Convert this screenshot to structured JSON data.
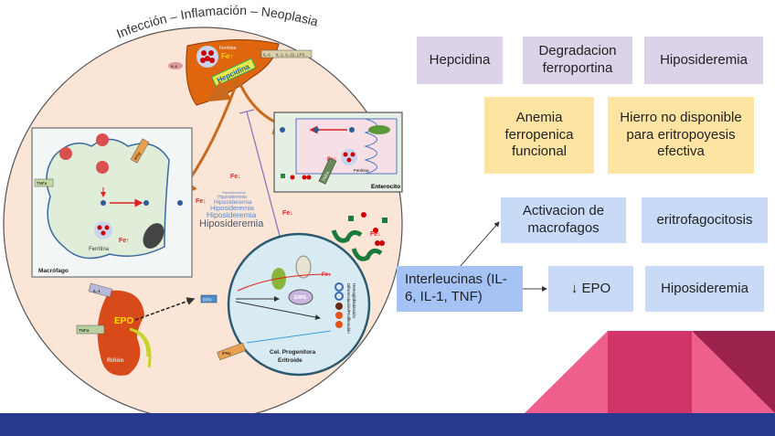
{
  "diagram": {
    "arc_title": "Infección – Inflamación – Neoplasia",
    "liver": {
      "ferritin_label": "Ferritina",
      "fe_label": "Fe↑",
      "hepcidin_label": "Hepcidina",
      "il6_label": "IL-6",
      "cytokines_label": "IL-1, IL-22, LPS..."
    },
    "macrophage": {
      "title": "Macrófago",
      "ferritin_label": "Ferritina",
      "fe_label": "Fe↑",
      "tnf_label": "TNFa",
      "ifn_label": "IFNγ"
    },
    "enterocyte": {
      "title": "Enterocito",
      "ferritin_label": "Ferritina",
      "fe_label": "Fe↑",
      "tnf_label": "TNFa"
    },
    "center_fe": [
      "Fe↓",
      "Fe↓",
      "Fe↓",
      "Fe↓"
    ],
    "hiposideremia_words": [
      "Hiposideremia",
      "Hiposideremia",
      "Hiposideremia",
      "Hiposideremia",
      "Hiposideremia",
      "Hiposideremia"
    ],
    "kidney": {
      "title": "Riñón",
      "epo_label": "EPO",
      "il1_label": "IL-1",
      "tnf_label": "TNFa"
    },
    "progenitor": {
      "title_line1": "Cel. Progenitora",
      "title_line2": "Eritroide",
      "erfe_label": "ERFE",
      "epo_label": "EPO",
      "ifn_label": "IFNγ",
      "fe_label": "Fe↓",
      "side_line1": "Diferenciación/Proliferación",
      "side_line2": "Hemoglobinización"
    }
  },
  "boxes": {
    "hepcidina": "Hepcidina",
    "degradacion": "Degradacion ferroportina",
    "hiposideremia_top": "Hiposideremia",
    "anemia": "Anemia ferropenica funcional",
    "hierro": "Hierro no disponible para eritropoyesis efectiva",
    "activacion": "Activacion de macrofagos",
    "eritrofagocitosis": "eritrofagocitosis",
    "interleucinas": "Interleucinas (IL- 6, IL-1, TNF)",
    "epo": "↓ EPO",
    "hiposideremia_bottom": "Hiposideremia"
  },
  "colors": {
    "lavender": "#dcd3e8",
    "yellow": "#fde4a3",
    "light_blue": "#c9daf6",
    "blue": "#a4c2f4",
    "footer": "#283a8f",
    "pink": "#ef5f8c",
    "magenta": "#d13466",
    "wine": "#9b224c"
  }
}
